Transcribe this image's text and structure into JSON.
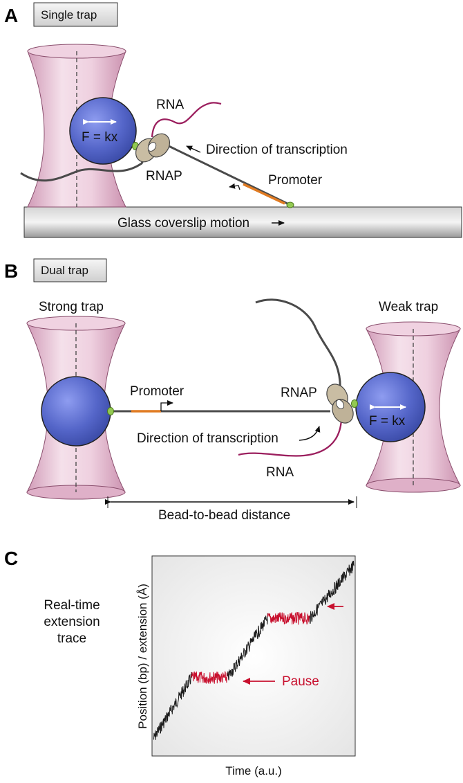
{
  "panel_a": {
    "letter": "A",
    "tag": "Single trap",
    "force_label": "F = kx",
    "rna_label": "RNA",
    "rnap_label": "RNAP",
    "direction_label": "Direction of transcription",
    "promoter_label": "Promoter",
    "coverslip_label": "Glass coverslip motion"
  },
  "panel_b": {
    "letter": "B",
    "tag": "Dual trap",
    "strong_trap_label": "Strong trap",
    "weak_trap_label": "Weak trap",
    "promoter_label": "Promoter",
    "rnap_label": "RNAP",
    "force_label": "F = kx",
    "direction_label": "Direction of transcription",
    "rna_label": "RNA",
    "distance_label": "Bead-to-bead distance"
  },
  "panel_c": {
    "letter": "C",
    "trace_label": [
      "Real-time",
      "extension",
      "trace"
    ],
    "xlabel": "Time (a.u.)",
    "ylabel": "Position (bp) / extension (Å)",
    "pause_label": "Pause"
  },
  "colors": {
    "trap": "#e6bcd1",
    "bead": "#5566c9",
    "rna": "#9b1f5e",
    "promoter": "#e07b22",
    "dna": "#4a4a4a",
    "rnap": "#c9bda3",
    "anchor": "#93c952",
    "pause": "#c8102e",
    "trace": "#1c1c1c"
  },
  "chart_data": {
    "type": "line",
    "title": "",
    "xlabel": "Time (a.u.)",
    "ylabel": "Position (bp) / extension (Å)",
    "grid": false,
    "series": [
      {
        "segment": "transcribing",
        "x": [
          0,
          0.19
        ],
        "y": [
          0.08,
          0.39
        ]
      },
      {
        "segment": "pause",
        "x": [
          0.19,
          0.37
        ],
        "y": [
          0.39,
          0.39
        ]
      },
      {
        "segment": "transcribing",
        "x": [
          0.37,
          0.57
        ],
        "y": [
          0.39,
          0.69
        ]
      },
      {
        "segment": "pause",
        "x": [
          0.57,
          0.78
        ],
        "y": [
          0.69,
          0.69
        ]
      },
      {
        "segment": "transcribing",
        "x": [
          0.78,
          1.0
        ],
        "y": [
          0.69,
          0.96
        ]
      }
    ]
  }
}
